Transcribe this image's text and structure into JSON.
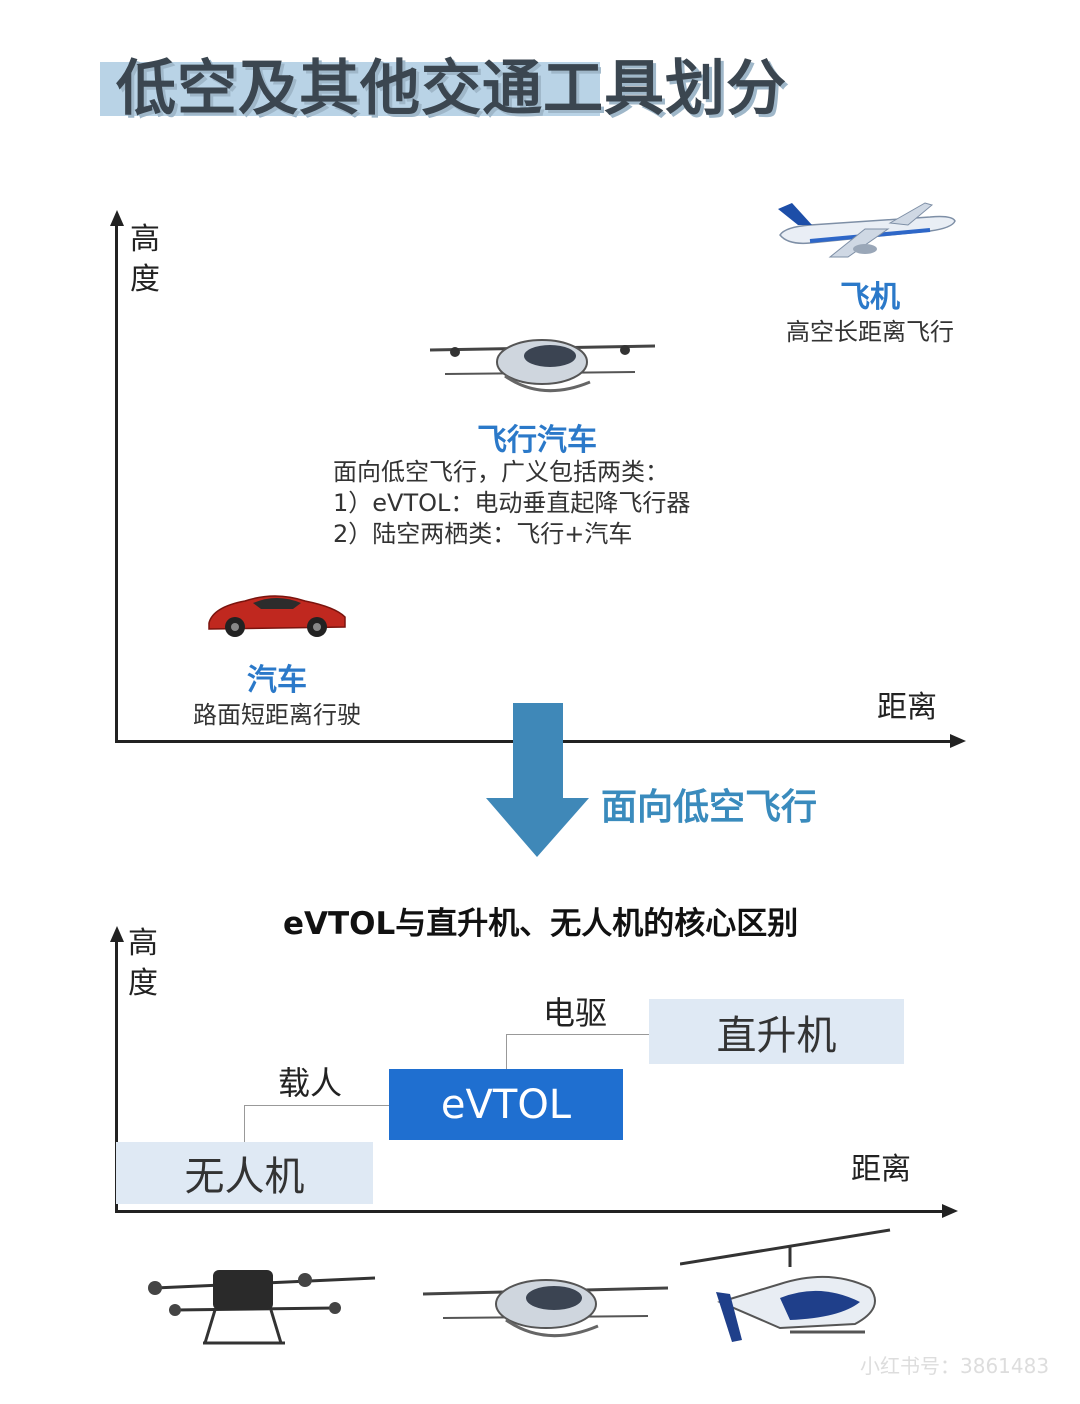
{
  "header": {
    "title": "低空及其他交通工具划分"
  },
  "top_chart": {
    "y_label_chars": [
      "高",
      "度"
    ],
    "x_label": "距离",
    "items": [
      {
        "name": "飞机",
        "desc": "高空长距离飞行",
        "icon": "airplane-icon"
      },
      {
        "name": "飞行汽车",
        "desc_lines": [
          "面向低空飞行，广义包括两类：",
          "1）eVTOL：电动垂直起降飞行器",
          "2）陆空两栖类：飞行+汽车"
        ],
        "icon": "evtol-icon"
      },
      {
        "name": "汽车",
        "desc": "路面短距离行驶",
        "icon": "car-icon"
      }
    ]
  },
  "flow": {
    "label": "面向低空飞行",
    "arrow_color": "#3f88b8"
  },
  "bottom_chart": {
    "title": "eVTOL与直升机、无人机的核心区别",
    "y_label_chars": [
      "高",
      "度"
    ],
    "x_label": "距离",
    "boxes": {
      "drone": "无人机",
      "evtol": "eVTOL",
      "helicopter": "直升机"
    },
    "edges": {
      "manned": "载人",
      "electric": "电驱"
    },
    "icons": [
      "drone-icon",
      "evtol-icon",
      "helicopter-icon"
    ]
  },
  "watermark": "小红书号：3861483",
  "colors": {
    "accent": "#2b79c9",
    "evtol_box": "#1f6fd0",
    "light_box": "#dfe9f4",
    "title_bar": "#b9d3e6"
  }
}
